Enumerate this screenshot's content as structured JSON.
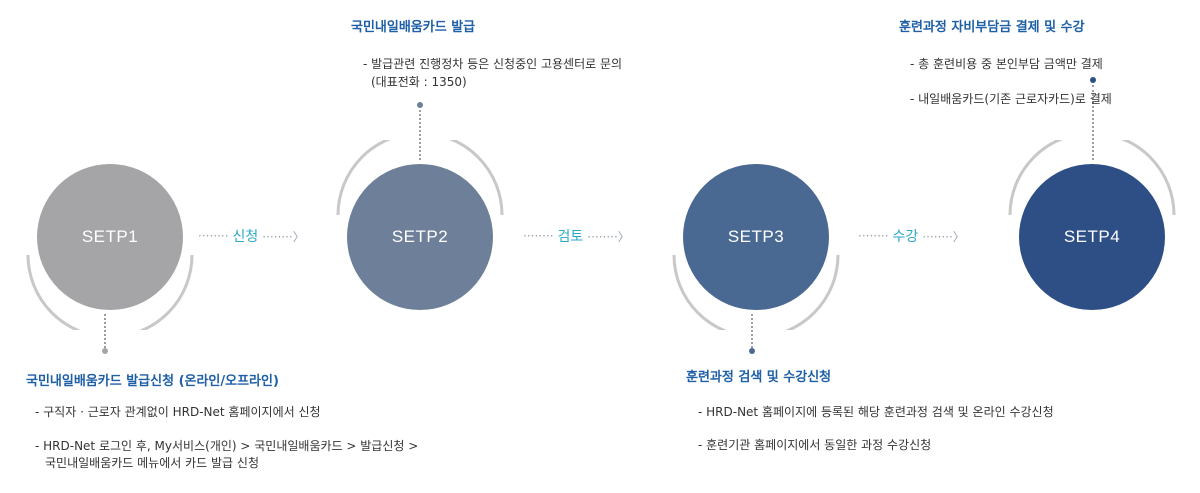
{
  "steps": [
    {
      "label": "SETP1"
    },
    {
      "label": "SETP2"
    },
    {
      "label": "SETP3"
    },
    {
      "label": "SETP4"
    }
  ],
  "arrows": [
    {
      "label": "신청"
    },
    {
      "label": "검토"
    },
    {
      "label": "수강"
    }
  ],
  "step1": {
    "title": "국민내일배움카드 발급신청 (온라인/오프라인)",
    "lines": [
      "- 구직자 · 근로자 관계없이 HRD-Net 홈페이지에서 신청",
      "- HRD-Net 로그인 후, My서비스(개인) > 국민내일배움카드 > 발급신청 >",
      "국민내일배움카드 메뉴에서 카드 발급 신청"
    ]
  },
  "step2": {
    "title": "국민내일배움카드 발급",
    "lines": [
      "- 발급관련 진행정차 등은 신청중인 고용센터로 문의",
      "(대표전화 : 1350)"
    ]
  },
  "step3": {
    "title": "훈련과정 검색 및 수강신청",
    "lines": [
      "- HRD-Net 홈페이지에 등록된 해당 훈련과정 검색 및 온라인 수강신청",
      "- 훈련기관 홈페이지에서 동일한 과정 수강신청"
    ]
  },
  "step4": {
    "title": "훈련과정 자비부담금 결제 및 수강",
    "lines": [
      "- 총 훈련비용 중 본인부담 금액만 결제",
      "- 내일배움카드(기존 근로자카드)로 결제"
    ]
  },
  "colors": {
    "step1": "#a5a5a8",
    "step2": "#6e7f99",
    "step3": "#4a6992",
    "step4": "#2e4e86",
    "title": "#1e5fa6",
    "arrow_label": "#2aa8c8",
    "ring": "#c8c8c8"
  }
}
